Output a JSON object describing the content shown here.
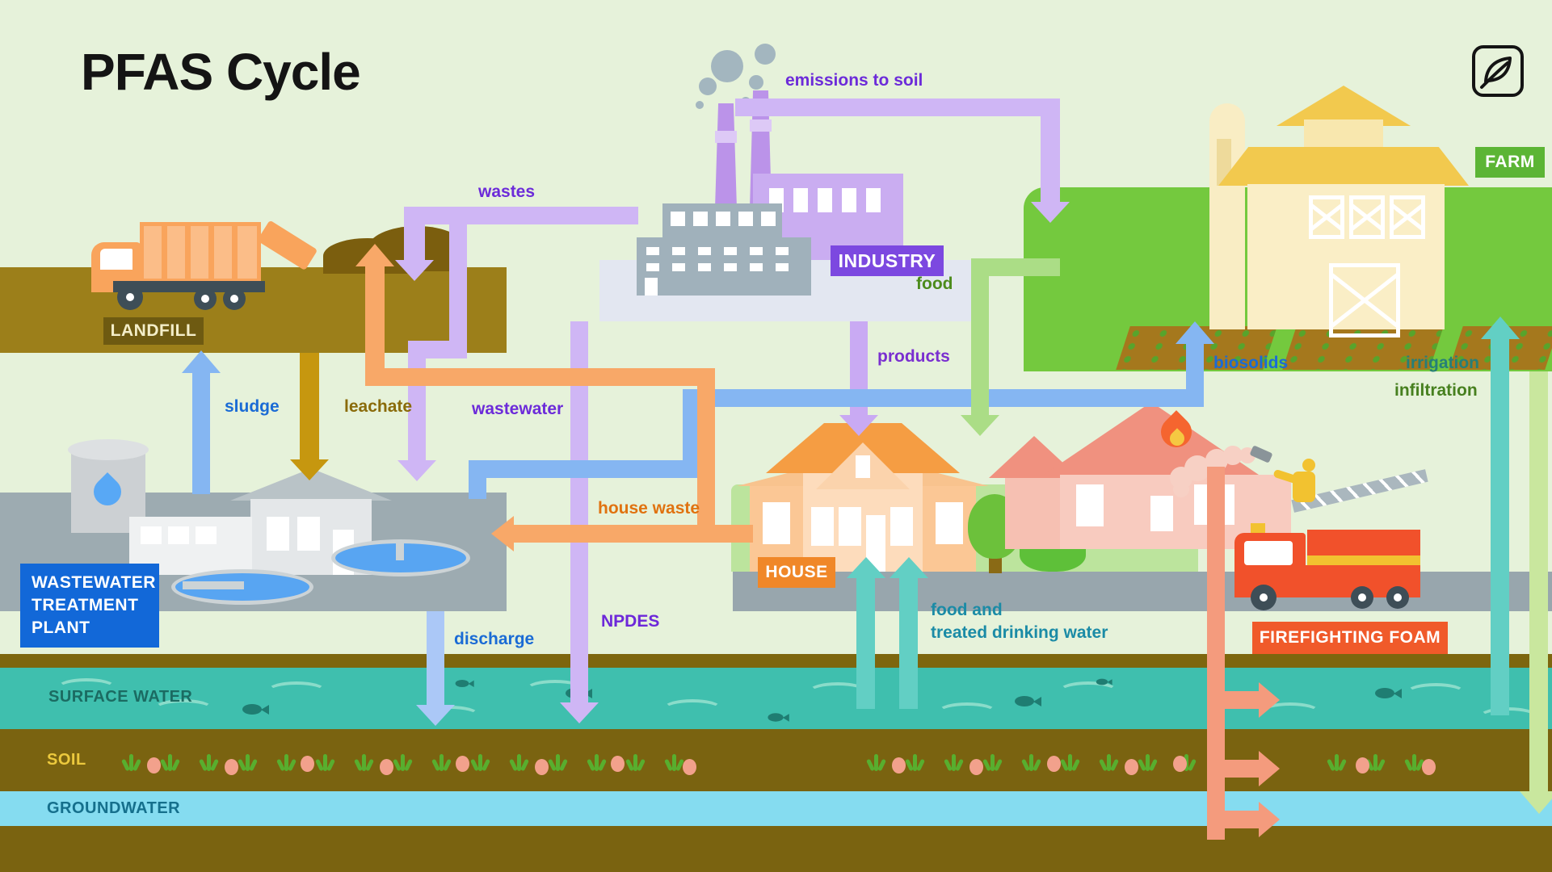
{
  "title": "PFAS Cycle",
  "logo": {
    "icon": "leaf-icon"
  },
  "badges": {
    "landfill": "LANDFILL",
    "wwtp_lines": [
      "WASTEWATER",
      "TREATMENT",
      "PLANT"
    ],
    "industry": "INDUSTRY",
    "farm": "FARM",
    "house": "HOUSE",
    "firefighting_foam": "FIREFIGHTING FOAM"
  },
  "flow_labels": {
    "wastes": "wastes",
    "emissions_to_soil": "emissions to soil",
    "sludge": "sludge",
    "leachate": "leachate",
    "wastewater": "wastewater",
    "npdes": "NPDES",
    "discharge": "discharge",
    "house_waste": "house waste",
    "products": "products",
    "food": "food",
    "biosolids": "biosolids",
    "food_and_water_line1": "food and",
    "food_and_water_line2": "treated drinking water",
    "irrigation": "irrigation",
    "infiltration": "infiltration"
  },
  "layer_labels": {
    "surface_water": "SURFACE WATER",
    "soil": "SOIL",
    "groundwater": "GROUNDWATER"
  },
  "colors": {
    "background": "#e6f2da",
    "purple_label": "#6c2bd9",
    "blue_label": "#1a6bd5",
    "gold_label": "#8a6b0a",
    "orange_label": "#e0720f",
    "green_label": "#4c8b1c",
    "teal_label": "#1b8ba6",
    "irrigation_label": "#267f78",
    "infiltration_label": "#47801f",
    "lavender_pipe": "#cfb6f5",
    "blue_pipe": "#85b6f2",
    "orange_pipe": "#f8a868",
    "food_pipe": "#abdd86",
    "teal_pipe": "#62cfc4",
    "foam_pipe": "#f49b7d",
    "leachate_pipe": "#c6970f",
    "badge_landfill": "#6e5a11",
    "badge_wwtp": "#1268d8",
    "badge_industry": "#7c48e0",
    "badge_farm": "#5cb535",
    "badge_house": "#f08728",
    "badge_foam": "#f05a2a",
    "surface_water": "#3fbfae",
    "soil": "#7a6310",
    "groundwater": "#85dcf0"
  }
}
